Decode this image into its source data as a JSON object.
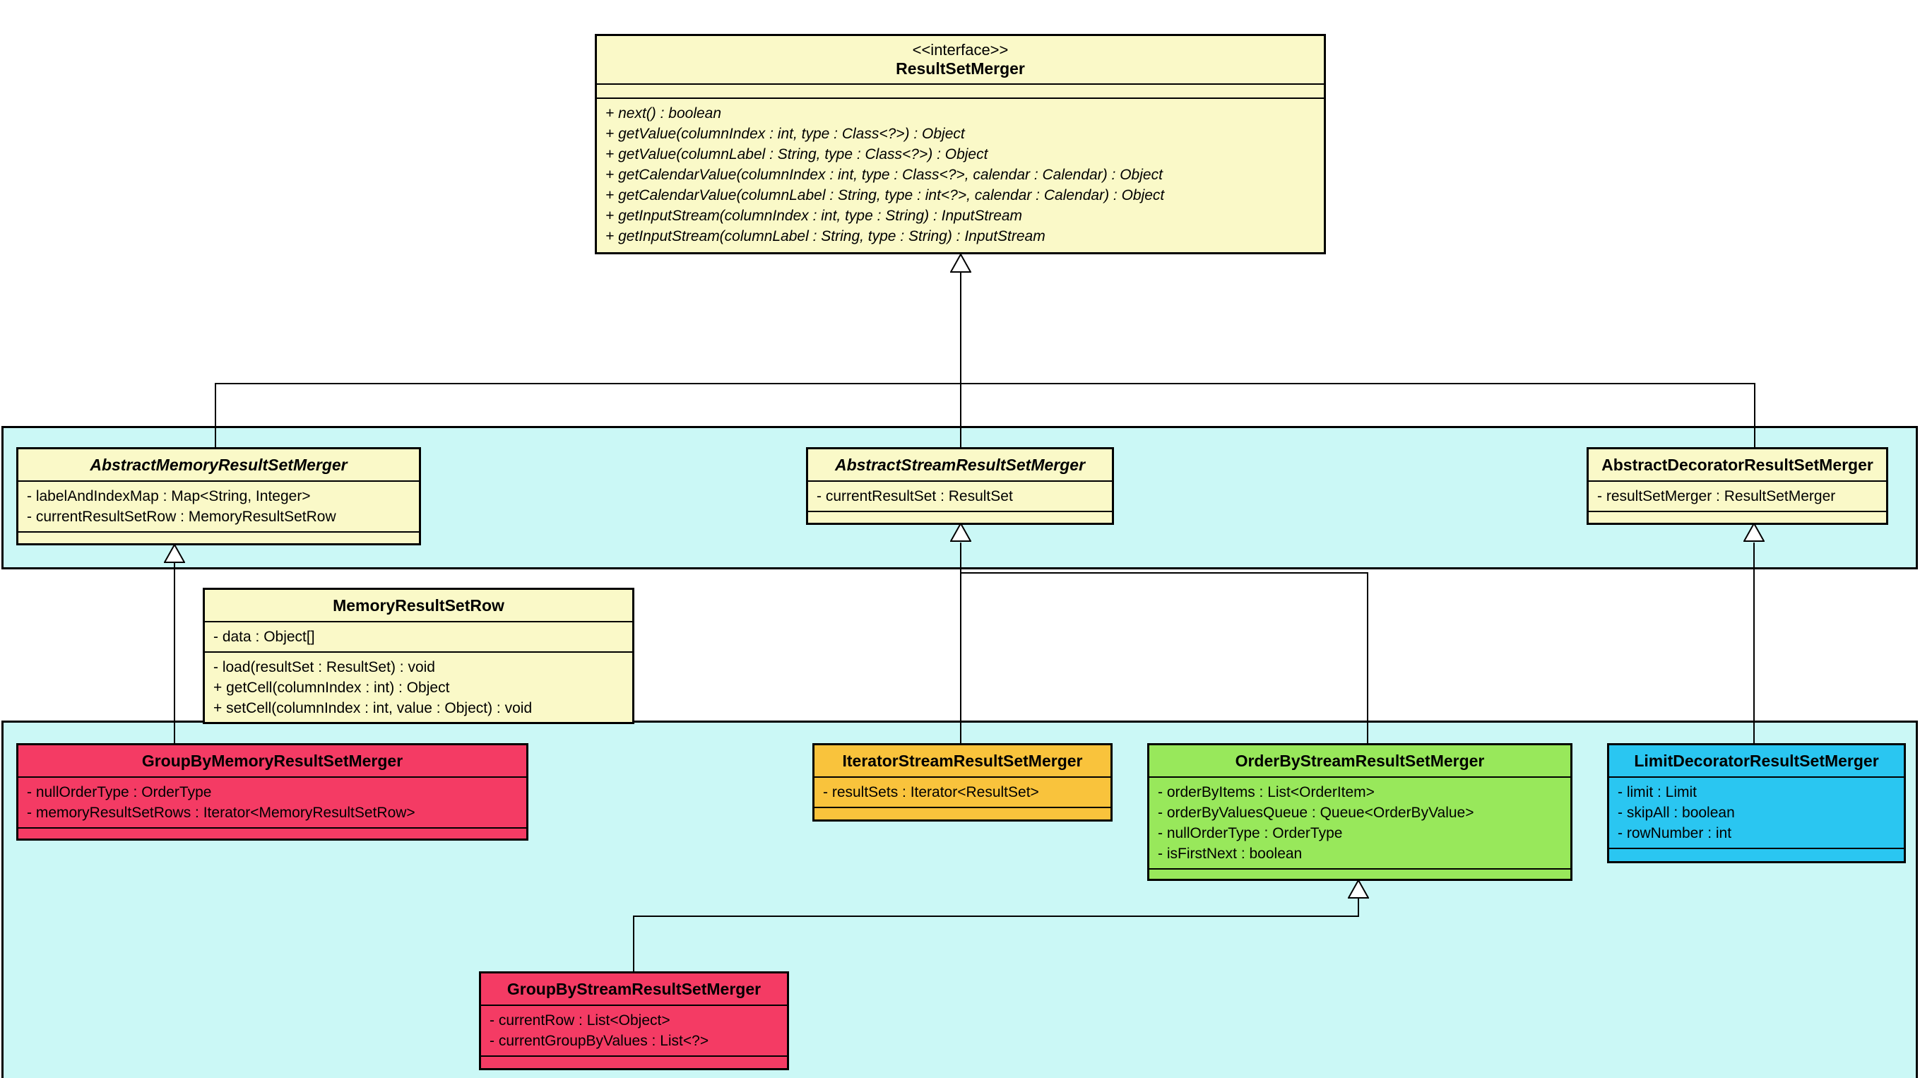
{
  "colors": {
    "yellow": "#FAF9C8",
    "cyan_panel": "#CBF8F6",
    "pink": "#F43B64",
    "orange": "#F9C33C",
    "green": "#98E85B",
    "blue": "#2AC6F1",
    "line": "#000000"
  },
  "classes": {
    "interface": {
      "stereotype": "<<interface>>",
      "name": "ResultSetMerger",
      "methods": [
        "+ next() : boolean",
        "+ getValue(columnIndex : int, type : Class<?>) : Object",
        "+ getValue(columnLabel : String, type : Class<?>) : Object",
        "+ getCalendarValue(columnIndex : int, type : Class<?>, calendar : Calendar) : Object",
        "+ getCalendarValue(columnLabel : String, type : int<?>, calendar : Calendar) : Object",
        "+ getInputStream(columnIndex : int, type : String) : InputStream",
        "+ getInputStream(columnLabel : String, type : String) : InputStream"
      ]
    },
    "abstract_memory": {
      "name": "AbstractMemoryResultSetMerger",
      "attributes": [
        "- labelAndIndexMap : Map<String, Integer>",
        "- currentResultSetRow : MemoryResultSetRow"
      ]
    },
    "abstract_stream": {
      "name": "AbstractStreamResultSetMerger",
      "attributes": [
        "- currentResultSet : ResultSet"
      ]
    },
    "abstract_decorator": {
      "name": "AbstractDecoratorResultSetMerger",
      "attributes": [
        "- resultSetMerger : ResultSetMerger"
      ]
    },
    "memory_row": {
      "name": "MemoryResultSetRow",
      "attributes": [
        "- data : Object[]"
      ],
      "methods": [
        "- load(resultSet : ResultSet) : void",
        "+ getCell(columnIndex : int) : Object",
        "+ setCell(columnIndex : int, value : Object) : void"
      ]
    },
    "groupby_memory": {
      "name": "GroupByMemoryResultSetMerger",
      "attributes": [
        "- nullOrderType : OrderType",
        "- memoryResultSetRows : Iterator<MemoryResultSetRow>"
      ]
    },
    "iterator_stream": {
      "name": "IteratorStreamResultSetMerger",
      "attributes": [
        "- resultSets : Iterator<ResultSet>"
      ]
    },
    "orderby_stream": {
      "name": "OrderByStreamResultSetMerger",
      "attributes": [
        "- orderByItems : List<OrderItem>",
        "- orderByValuesQueue : Queue<OrderByValue>",
        "- nullOrderType : OrderType",
        "- isFirstNext : boolean"
      ]
    },
    "limit_decorator": {
      "name": "LimitDecoratorResultSetMerger",
      "attributes": [
        "- limit : Limit",
        "- skipAll : boolean",
        "- rowNumber : int"
      ]
    },
    "groupby_stream": {
      "name": "GroupByStreamResultSetMerger",
      "attributes": [
        "- currentRow : List<Object>",
        "- currentGroupByValues : List<?>"
      ]
    }
  }
}
